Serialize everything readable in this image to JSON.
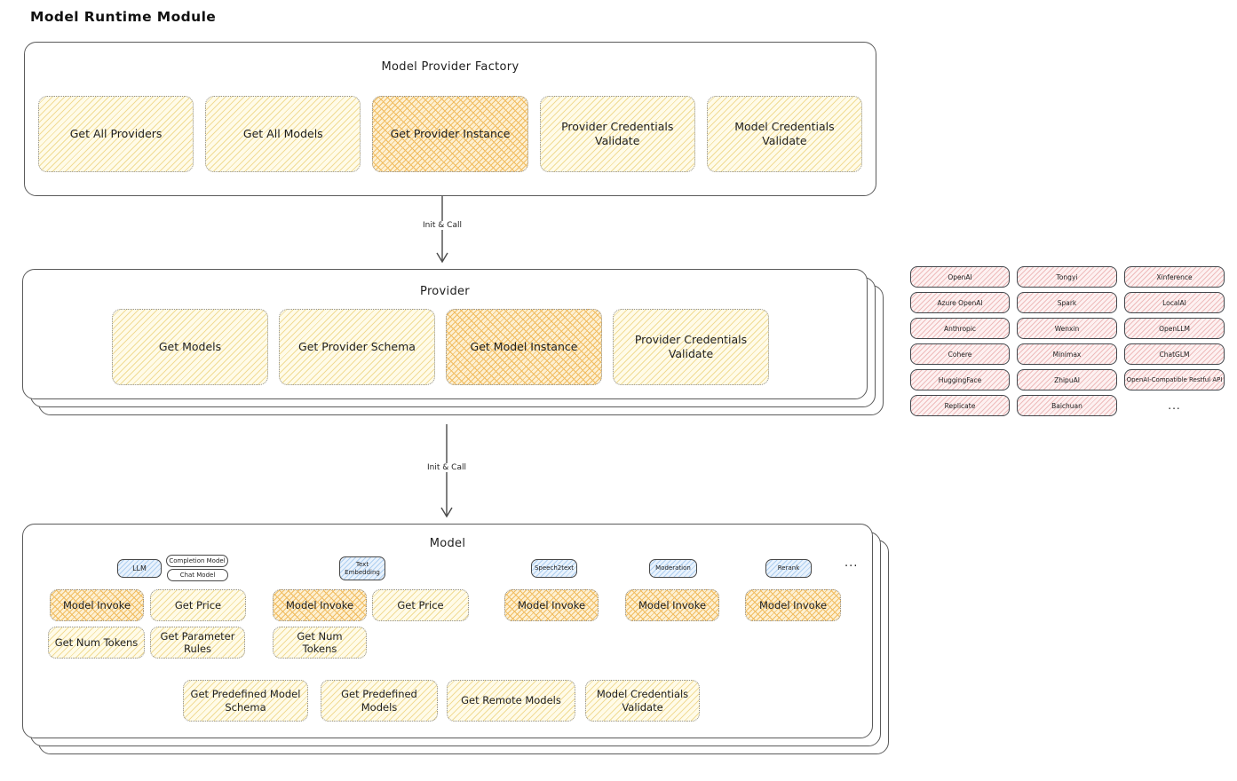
{
  "title": "Model Runtime Module",
  "factory": {
    "title": "Model Provider Factory",
    "items": [
      {
        "label": "Get All Providers",
        "variant": "yellow"
      },
      {
        "label": "Get All Models",
        "variant": "yellow"
      },
      {
        "label": "Get Provider Instance",
        "variant": "orange"
      },
      {
        "label": "Provider Credentials Validate",
        "variant": "yellow"
      },
      {
        "label": "Model Credentials Validate",
        "variant": "yellow"
      }
    ]
  },
  "arrows": [
    {
      "label": "Init & Call"
    },
    {
      "label": "Init & Call"
    }
  ],
  "provider": {
    "title": "Provider",
    "items": [
      {
        "label": "Get Models",
        "variant": "yellow"
      },
      {
        "label": "Get Provider Schema",
        "variant": "yellow"
      },
      {
        "label": "Get Model Instance",
        "variant": "orange"
      },
      {
        "label": "Provider Credentials Validate",
        "variant": "yellow"
      }
    ]
  },
  "providers_grid": {
    "cells": [
      "OpenAI",
      "Tongyi",
      "Xinference",
      "Azure OpenAI",
      "Spark",
      "LocalAI",
      "Anthropic",
      "Wenxin",
      "OpenLLM",
      "Cohere",
      "Minimax",
      "ChatGLM",
      "HuggingFace",
      "ZhipuAI",
      "OpenAI-Compatible Restful API",
      "Replicate",
      "Baichuan",
      "..."
    ]
  },
  "model": {
    "title": "Model",
    "tags": {
      "llm": "LLM",
      "completion": "Completion Model",
      "chat": "Chat Model",
      "text_embedding": "Text Embedding",
      "speech2text": "Speech2text",
      "moderation": "Moderation",
      "rerank": "Rerank",
      "more": "..."
    },
    "functions": {
      "model_invoke": "Model Invoke",
      "get_price": "Get Price",
      "get_num_tokens": "Get Num Tokens",
      "get_parameter_rules": "Get Parameter Rules"
    },
    "bottom": [
      "Get Predefined Model Schema",
      "Get Predefined Models",
      "Get Remote Models",
      "Model Credentials Validate"
    ]
  },
  "colors": {
    "yellow-bg": "#fffbe8",
    "yellow-hatch": "#f1dc96",
    "orange-bg": "#fdf0d2",
    "orange-hatch": "#f1bd62",
    "pink-bg": "#fdf1f1",
    "pink-hatch": "#eebcbc",
    "blue-bg": "#e9f2fc",
    "blue-hatch": "#aecff0"
  }
}
